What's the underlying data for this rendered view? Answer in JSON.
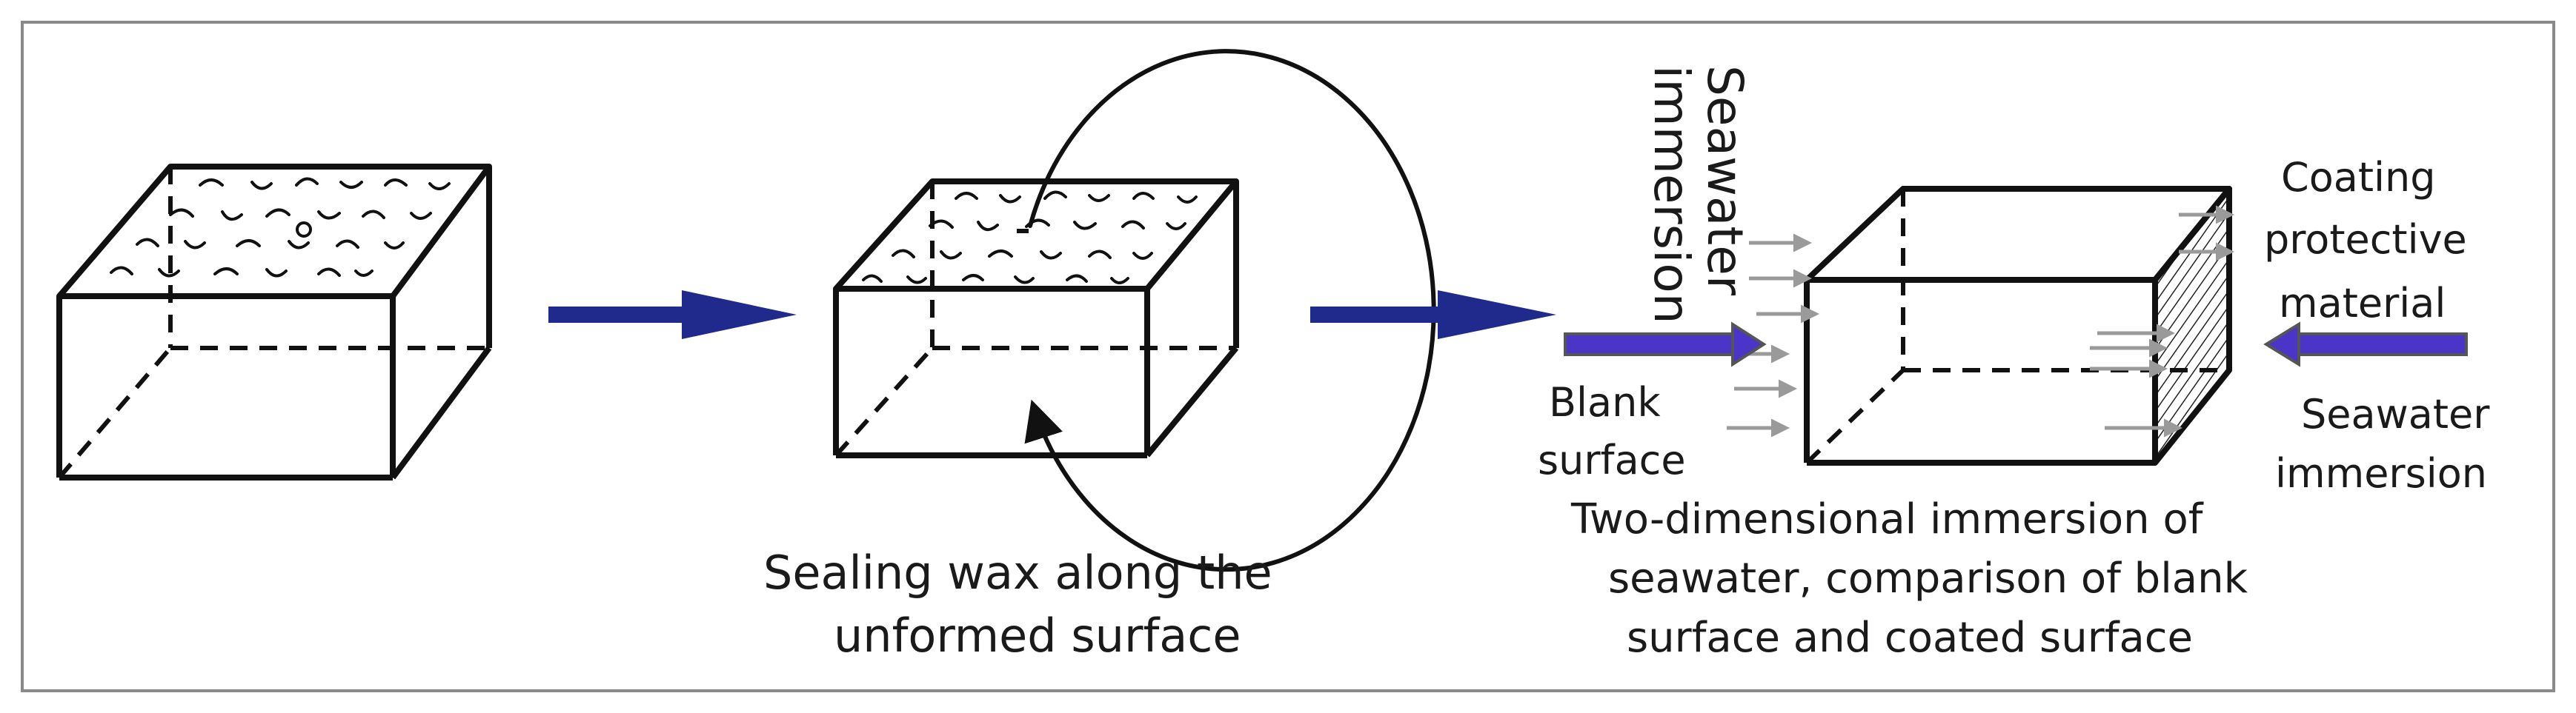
{
  "figure": {
    "caption_wax": [
      "Sealing wax along the",
      "unformed surface"
    ],
    "caption_immersion": [
      "Two-dimensional immersion of",
      "seawater, comparison of blank",
      "surface and coated surface"
    ],
    "label_seawater_top": [
      "Seawater",
      "immersion"
    ],
    "label_blank_surface": [
      "Blank",
      "surface"
    ],
    "label_coating": [
      "Coating",
      "protective",
      "material"
    ],
    "label_seawater_right": [
      "Seawater",
      "immersion"
    ]
  },
  "colors": {
    "border": "#8a8a8a",
    "line": "#111111",
    "process_arrow": "#1f2a8c",
    "immersion_arrow": "#4a35c8",
    "flow_arrow": "#9a9a9a"
  },
  "icons": [
    "block-icon",
    "rotation-arrow-icon",
    "process-arrow-icon"
  ]
}
